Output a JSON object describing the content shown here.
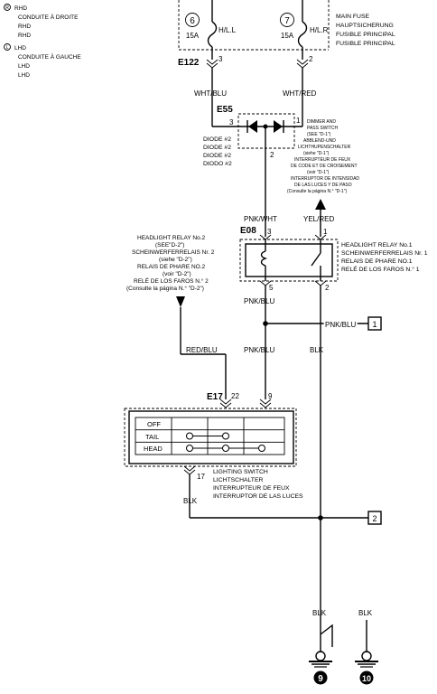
{
  "legend": {
    "rhd_mark": "R",
    "rhd_lines": [
      "RHD",
      "CONDUITE À DROITE",
      "RHD",
      "RHD"
    ],
    "lhd_mark": "L",
    "lhd_lines": [
      "LHD",
      "CONDUITE À GAUCHE",
      "LHD",
      "LHD"
    ]
  },
  "fuses": {
    "left": {
      "number": "6",
      "rating": "15A",
      "name": "H/L.L"
    },
    "right": {
      "number": "7",
      "rating": "15A",
      "name": "H/L.R"
    },
    "label_lines": [
      "MAIN FUSE",
      "HAUPTSICHERUNG",
      "FUSIBLE PRINCIPAL",
      "FUSIBLE PRINCIPAL"
    ]
  },
  "connector_e122": {
    "id": "E122",
    "pin_left": "3",
    "pin_right": "2"
  },
  "wires": {
    "wht_blu": "WHT/BLU",
    "wht_red": "WHT/RED",
    "pnk_wht": "PNK/WHT",
    "yel_red": "YEL/RED",
    "pnk_blu_left": "PNK/BLU",
    "pnk_blu_branch": "PNK/BLU",
    "red_blu": "RED/BLU",
    "pnk_blu_e17": "PNK/BLU",
    "blk_relay": "BLK",
    "blk_switch": "BLK",
    "blk_ground_left": "BLK",
    "blk_ground_right": "BLK"
  },
  "diode": {
    "id": "E55",
    "pin_left": "3",
    "pin_right": "1",
    "pin_bottom": "2",
    "labels": [
      "DIODE #2",
      "DIODE #2",
      "DIODE #2",
      "DIODO #2"
    ],
    "switch_lines": [
      "DIMMER AND",
      "PASS SWITCH",
      "(SEE \"D-1\")",
      "ABBLEND-UND",
      "LICHTHUPENSCHALTER",
      "(siehe \"D-1\")",
      "INTERRUPTEUR DE FEUX",
      "DE CODE ET DE CROISEMENT",
      "(voir \"D-1\")",
      "INTERRUPTOR DE INTENSIDAD",
      "DE LAS LUCES Y DE PASO",
      "(Consulte la página N.° \"D-1\")"
    ]
  },
  "relay1": {
    "id": "E08",
    "pin_top_left": "3",
    "pin_top_right": "1",
    "pin_bottom_left": "5",
    "pin_bottom_right": "2",
    "label_lines": [
      "HEADLIGHT RELAY No.1",
      "SCHEINWERFERRELAIS Nr. 1",
      "RELAIS DE PHARE NO.1",
      "RELÉ DE LOS FAROS N.° 1"
    ]
  },
  "relay2": {
    "label_lines": [
      "HEADLIGHT RELAY No.2",
      "(SEE\"D-2\")",
      "SCHEINWERFERRELAIS Nr. 2",
      "(siehe \"D-2\")",
      "RELAIS DE PHARE NO.2",
      "(voir \"D-2\")",
      "RELÉ DE LOS FAROS N.° 2",
      "(Consulte la página N.° \"D-2\")"
    ]
  },
  "refs": {
    "ref1": "1",
    "ref2": "2"
  },
  "switch": {
    "id": "E17",
    "pin_22": "22",
    "pin_9": "9",
    "pin_17": "17",
    "rows": [
      "OFF",
      "TAIL",
      "HEAD"
    ],
    "label_lines": [
      "LIGHTING SWITCH",
      "LICHTSCHALTER",
      "INTERRUPTEUR DE FEUX",
      "INTERRUPTOR DE LAS LUCES"
    ]
  },
  "grounds": {
    "left": "9",
    "right": "10"
  }
}
